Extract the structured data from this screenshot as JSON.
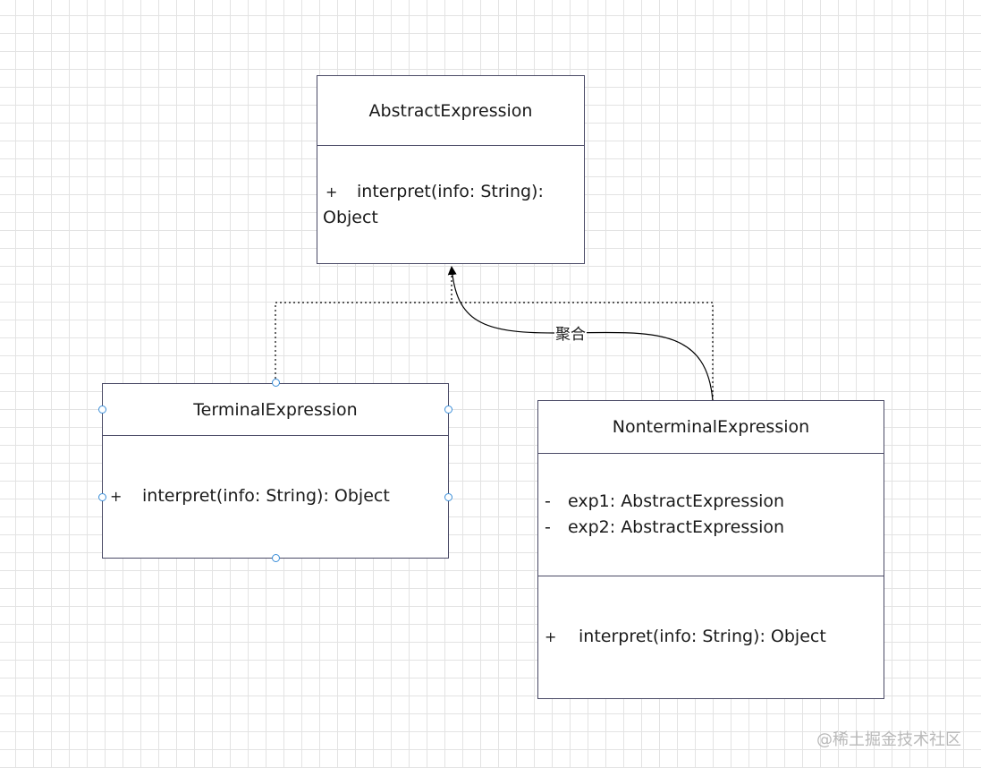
{
  "classes": {
    "abstract": {
      "name": "AbstractExpression",
      "methods": [
        {
          "visibility": "+",
          "text": "interpret(info: String):",
          "continuation": "Object"
        }
      ]
    },
    "terminal": {
      "name": "TerminalExpression",
      "methods": [
        {
          "visibility": "+",
          "text": "interpret(info: String): Object"
        }
      ]
    },
    "nonterminal": {
      "name": "NonterminalExpression",
      "attributes": [
        {
          "visibility": "-",
          "text": "exp1: AbstractExpression"
        },
        {
          "visibility": "-",
          "text": "exp2: AbstractExpression"
        }
      ],
      "methods": [
        {
          "visibility": "+",
          "text": "interpret(info: String): Object"
        }
      ]
    }
  },
  "edges": {
    "aggregation_label": "聚合"
  },
  "colors": {
    "border": "#4a4a66",
    "selection_handle": "#3b8fd9",
    "grid": "#e3e3e3",
    "watermark": "#b9b9b9"
  },
  "watermark": "@稀土掘金技术社区"
}
